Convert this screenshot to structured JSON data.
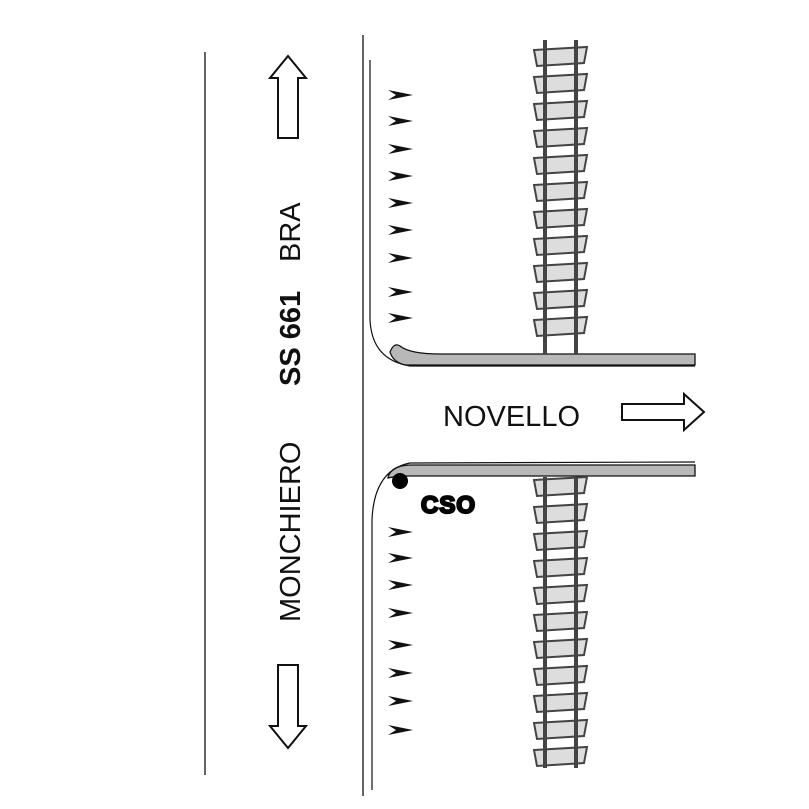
{
  "labels": {
    "road_left": "MONCHIERO",
    "road_code": "SS 661",
    "road_right": "BRA",
    "side_road": "NOVELLO",
    "marker": "CSO"
  },
  "icons": {
    "arrow_up": "arrow-up-outline-icon",
    "arrow_down": "arrow-down-outline-icon",
    "arrow_right": "arrow-right-outline-icon",
    "chevron": "arrowhead-marker-icon",
    "railway": "railway-track-icon",
    "point": "filled-dot-icon"
  },
  "colors": {
    "line": "#111111",
    "curb_fill": "#b8b8b8",
    "sleeper_fill": "#dddddd",
    "rail": "#444444",
    "dot": "#000000"
  }
}
